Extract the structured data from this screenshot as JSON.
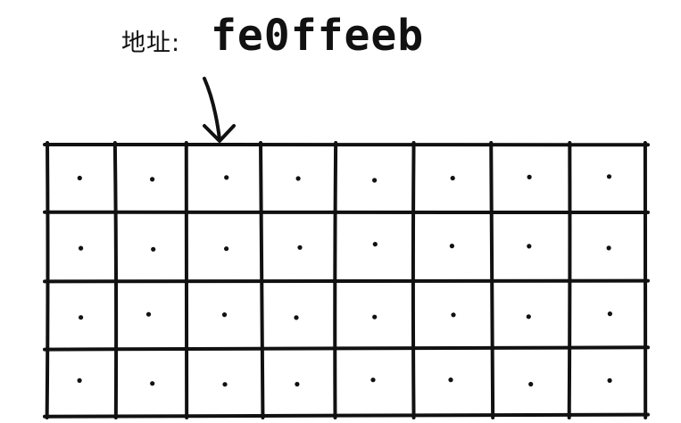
{
  "annotation": {
    "prefix": "地址:",
    "address": "fe0ffeeb"
  },
  "grid": {
    "rows": 4,
    "columns": 8
  },
  "colors": {
    "ink": "#111111",
    "background": "#ffffff"
  }
}
